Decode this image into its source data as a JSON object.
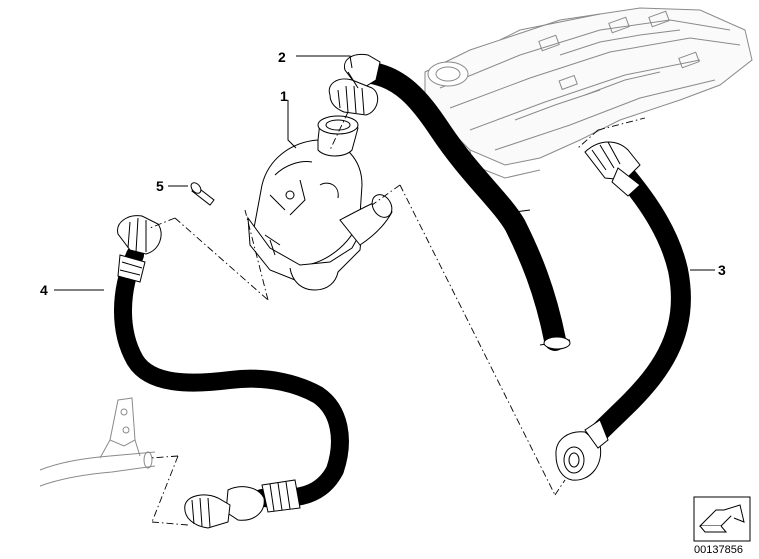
{
  "callouts": {
    "c1": "1",
    "c2": "2",
    "c3": "3",
    "c4": "4",
    "c5": "5"
  },
  "reference_number": "00137856",
  "icons": {
    "logo": "direction-arrow-icon"
  }
}
